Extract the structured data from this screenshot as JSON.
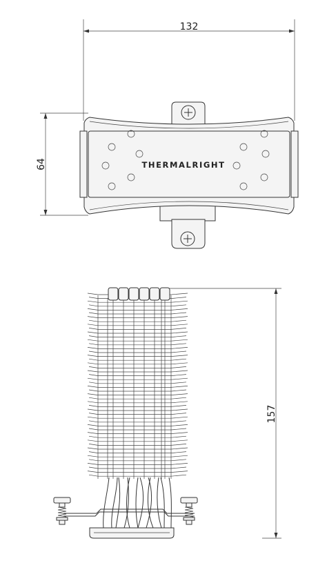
{
  "dimensions": {
    "width": "132",
    "height": "64",
    "total_height": "157"
  },
  "brand": {
    "logo_text": "THERMALRIGHT"
  },
  "colors": {
    "line": "#333333",
    "background": "#ffffff"
  }
}
